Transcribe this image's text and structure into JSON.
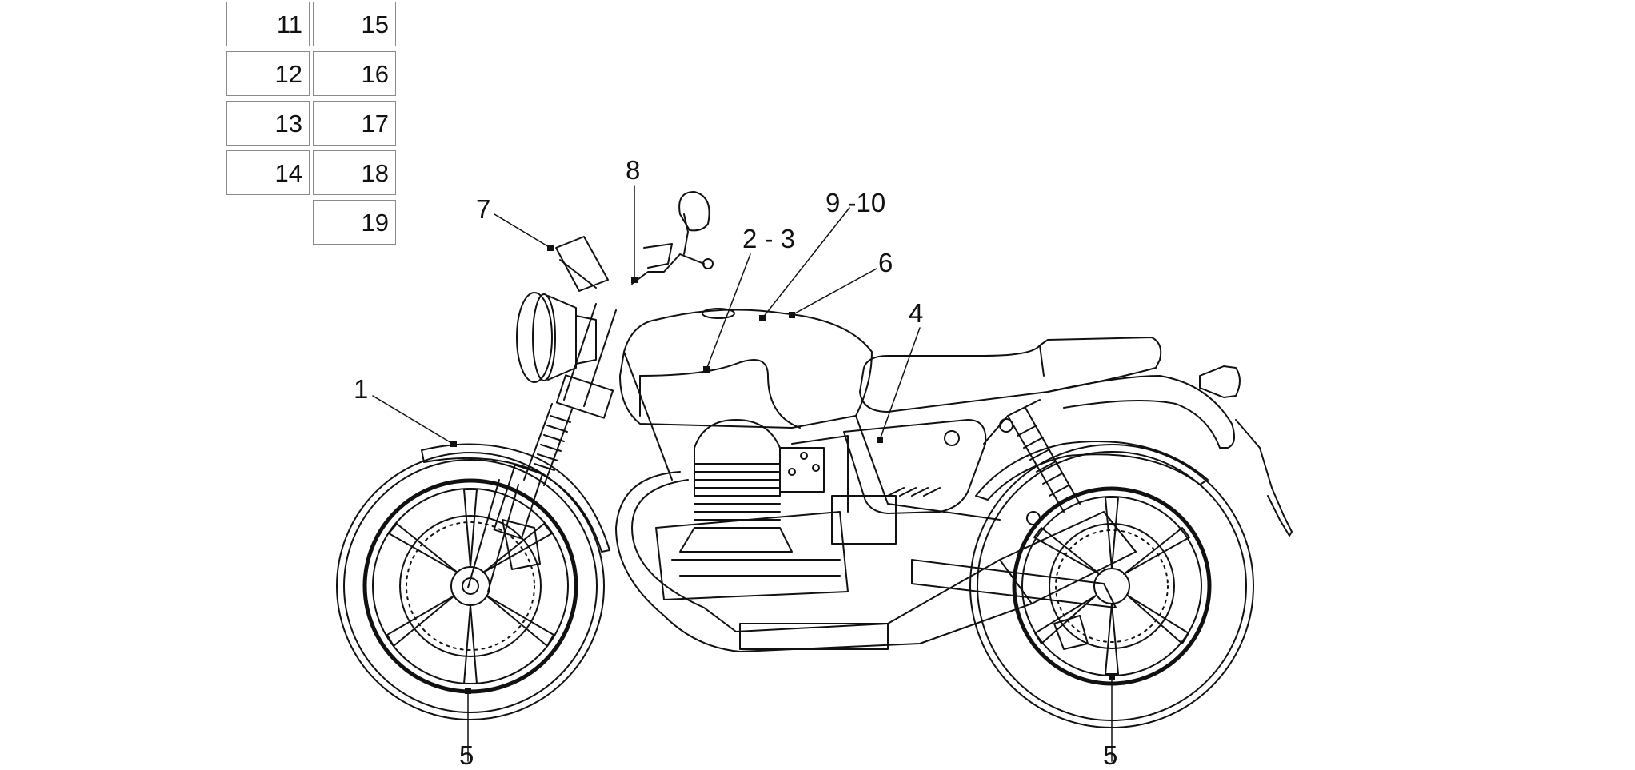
{
  "reference_table": [
    "11",
    "15",
    "12",
    "16",
    "13",
    "17",
    "14",
    "18",
    "19"
  ],
  "callouts": {
    "c1": "1",
    "c2_3": "2 - 3",
    "c4": "4",
    "c5_front": "5",
    "c5_rear": "5",
    "c6": "6",
    "c7": "7",
    "c8": "8",
    "c9_10": "9 -10"
  },
  "colors": {
    "line": "#111111",
    "table_border": "#8a8a8a"
  }
}
